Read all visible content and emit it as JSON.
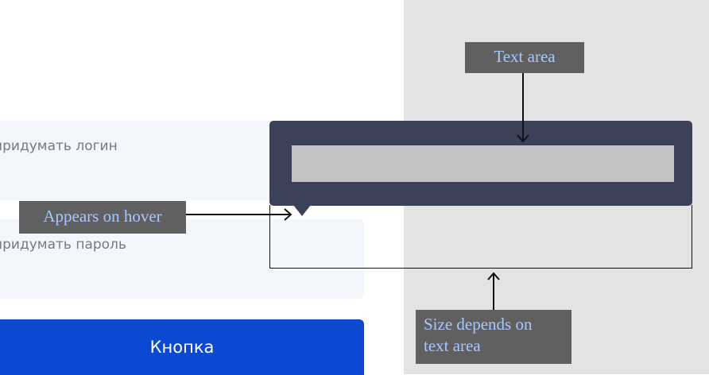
{
  "form": {
    "login_placeholder": "придумать логин",
    "password_placeholder": "придумать пароль",
    "button_label": "Кнопка"
  },
  "annotations": {
    "text_area": "Text area",
    "appears_on_hover": "Appears on hover",
    "size_depends_line1": "Size depends on",
    "size_depends_line2": "text area"
  },
  "colors": {
    "button": "#0b49d0",
    "tooltip": "#3b4156",
    "text_area": "#c3c3c3",
    "annotation_bg": "#606060",
    "annotation_text": "#a9c7ff",
    "panel_bg": "#e3e3e3",
    "field_bg": "#f3f6fb"
  }
}
